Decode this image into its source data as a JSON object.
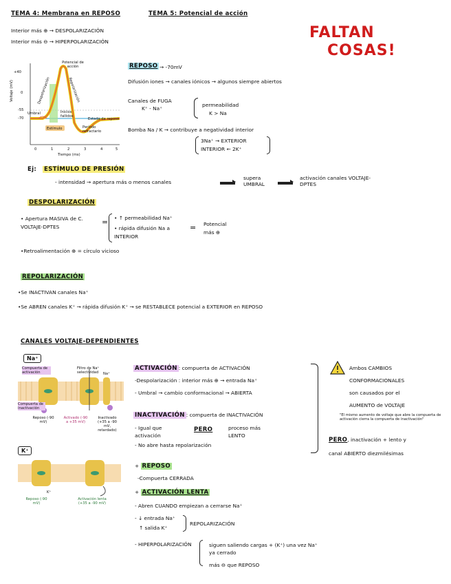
{
  "header": {
    "tema4": "TEMA 4: Membrana en REPOSO",
    "tema5": "TEMA 5: Potencial de acción",
    "line1": "Interior más ⊕ → DESPOLARIZACIÓN",
    "line2": "Interior más ⊖ → HIPERPOLARIZACIÓN",
    "faltan1": "FALTAN",
    "faltan2": "COSAS!"
  },
  "graph": {
    "ylabel": "Voltaje (mV)",
    "xlabel": "Tiempo (ms)",
    "yticks": [
      "+40",
      "0",
      "-55",
      "-70"
    ],
    "xticks": [
      "0",
      "1",
      "2",
      "3",
      "4",
      "5"
    ],
    "peak_label": "Potencial de acción",
    "depol_label": "Despolarización",
    "repol_label": "Repolarización",
    "umbral": "Umbral",
    "inicios_fallidos": "Inicios fallidos",
    "estimulo": "Estímulo",
    "estado_reposo": "Estado de reposo",
    "refractario": "Período refractario"
  },
  "reposo": {
    "title": "REPOSO",
    "value": "→ -70mV",
    "difusion": "Difusión iones → canales iónicos → algunos siempre abiertos",
    "fuga_title": "Canales de FUGA",
    "fuga_ions": "K⁺ - Na⁺",
    "permeabilidad": "permeabilidad",
    "k_na": "K > Na",
    "bomba": "Bomba Na / K → contribuye a negatividad interior",
    "bomba_a": "3Na⁺ → EXTERIOR",
    "bomba_b": "INTERIOR ← 2K⁺"
  },
  "ejemplo": {
    "ej": "Ej:",
    "estimulo": "ESTÍMULO DE PRESIÓN",
    "line": "- intensidad → apertura más o menos canales",
    "supera": "supera UMBRAL",
    "activacion": "activación canales VOLTAJE-DPTES"
  },
  "despol": {
    "title": "DESPOLARIZACIÓN",
    "apertura": "• Apertura MASIVA de C. VOLTAJE-DPTES",
    "perm": "• ↑ permeabilidad Na⁺",
    "rapida": "• rápida difusión Na a INTERIOR",
    "potencial": "Potencial más ⊕",
    "retro": "•Retroalimentación ⊕ = círculo vicioso"
  },
  "repol": {
    "title": "REPOLARIZACIÓN",
    "l1": "•Se INACTIVAN canales Na⁺",
    "l2": "•Se ABREN canales K⁺ → rápida difusión K⁺ → se RESTABLECE potencial a EXTERIOR en REPOSO"
  },
  "canales": {
    "title": "CANALES VOLTAJE-DEPENDIENTES",
    "na_box": "Na⁺",
    "k_box": "K⁺",
    "na_labels": [
      "Compuerta de activación",
      "Filtro de Na⁺ selectividad",
      "Na⁺",
      "Compuerta de inactivación"
    ],
    "na_states": [
      "Reposo (-90 mV)",
      "Activado (-90 a +35 mV)",
      "Inactivado (+35 a -90 mV, retardado)"
    ],
    "k_states": [
      "Reposo (-90 mV)",
      "Activación lenta (+35 a -90 mV)"
    ],
    "k_ion": "K⁺"
  },
  "activacion": {
    "title": "ACTIVACIÓN",
    "title_rest": ": compuerta de ACTIVACIÓN",
    "l1": "-Despolarización : interior más ⊕ → entrada Na⁺",
    "l2": "- Umbral → cambio conformacional → ABIERTA"
  },
  "inactivacion": {
    "title": "INACTIVACIÓN",
    "title_rest": ": compuerta de INACTIVACIÓN",
    "l1a": "- Igual que activación",
    "pero": "PERO",
    "l1b": "proceso más LENTO",
    "l2": "- No abre hasta repolarización"
  },
  "reposo_k": {
    "title": "REPOSO",
    "l1": "-Compuerta CERRADA"
  },
  "lenta": {
    "title": "ACTIVACIÓN LENTA",
    "l1": "- Abren CUANDO empiezan a cerrarse Na⁺",
    "l2a": "- ↓ entrada Na⁺",
    "l2b": "↑ salida K⁺",
    "repol": "REPOLARIZACIÓN",
    "hiper": "- HIPERPOLARIZACIÓN",
    "h1": "siguen saliendo cargas + (K⁺) una vez Na⁺ ya cerrado",
    "h2": "más ⊖ que REPOSO"
  },
  "nota": {
    "l1": "Ambos CAMBIOS",
    "l2": "CONFORMACIONALES",
    "l3": "son causados por el",
    "l4": "AUMENTO de VOLTAJE",
    "small": "\"El mismo aumento de voltaje que abre la compuerta de activación cierra la compuerta de inactivación\"",
    "pero": "PERO",
    "l5": ", inactivación + lento y",
    "l6": "canal ABIERTO diezmilésimas"
  }
}
